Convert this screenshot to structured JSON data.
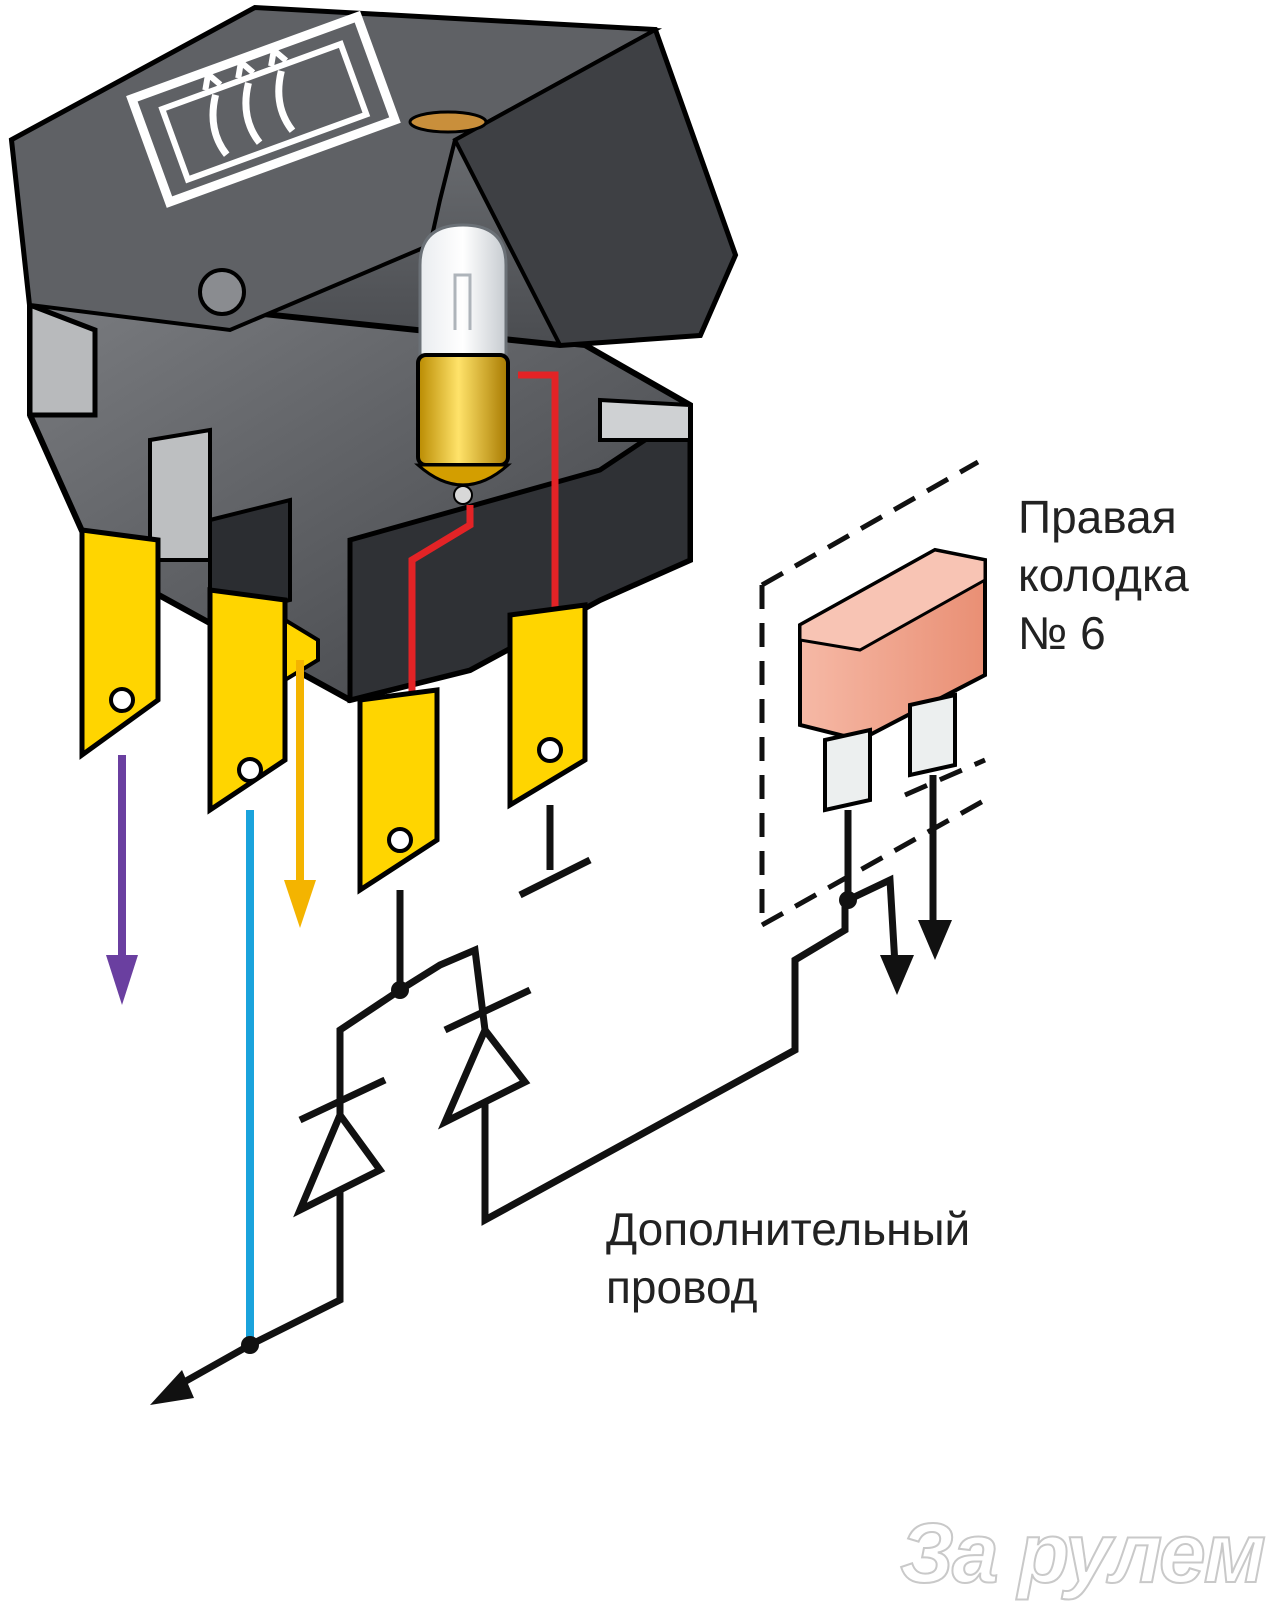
{
  "labels": {
    "fuse_block": [
      "Правая",
      "колодка",
      "№ 6"
    ],
    "extra_wire": [
      "Дополнительный",
      "провод"
    ]
  },
  "watermark": "За рулем",
  "colors": {
    "switch_body": "#5b5d61",
    "switch_top": "#6e7074",
    "terminal": "#ffd500",
    "wire_purple": "#6a3fa0",
    "wire_blue": "#1aa3dc",
    "wire_yellow": "#f4b400",
    "wire_red": "#e32326",
    "wire_black": "#111111",
    "fuse": "#f3a58e",
    "bulb_base": "#e0b000"
  },
  "icons": {
    "switch_symbol": "rear-window-heater-icon",
    "indicator_lamp": "bulb-icon",
    "fuse": "blade-fuse-icon",
    "diode": "diode-icon"
  }
}
